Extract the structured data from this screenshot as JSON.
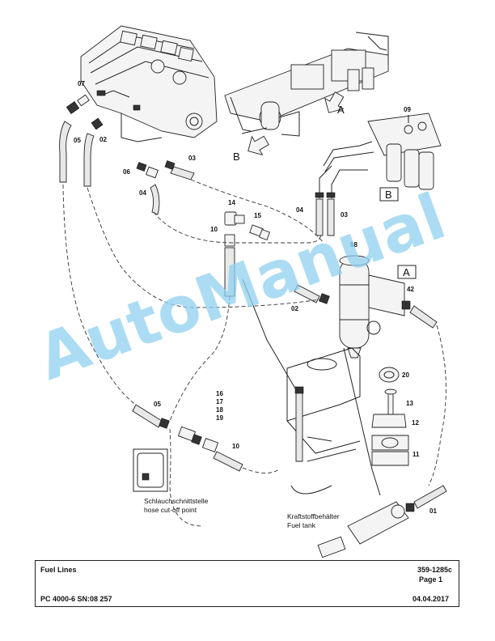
{
  "callouts": {
    "c01": "01",
    "c02a": "02",
    "c02b": "02",
    "c03a": "03",
    "c03b": "03",
    "c04a": "04",
    "c04b": "04",
    "c05a": "05",
    "c05b": "05",
    "c06": "06",
    "c07": "07",
    "c08": "08",
    "c09": "09",
    "c10a": "10",
    "c10b": "10",
    "c11": "11",
    "c12": "12",
    "c13": "13",
    "c14": "14",
    "c15": "15",
    "c16": "16",
    "c17": "17",
    "c18": "18",
    "c19": "19",
    "c20": "20",
    "c42": "42"
  },
  "views": {
    "a_box": "A",
    "a_arrow": "A",
    "b_box": "B",
    "b_arrow": "B"
  },
  "labels": {
    "hose_cut_de": "Schlauchschnittstelle",
    "hose_cut_en": "hose cut-off point",
    "tank_de": "Kraftstoffbehälter",
    "tank_en": "Fuel tank"
  },
  "watermark": "AutoManual",
  "title_block": {
    "title": "Fuel Lines",
    "drawing_no": "359-1285c",
    "page": "Page 1",
    "model": "PC 4000-6 SN:08 257",
    "date": "04.04.2017"
  }
}
